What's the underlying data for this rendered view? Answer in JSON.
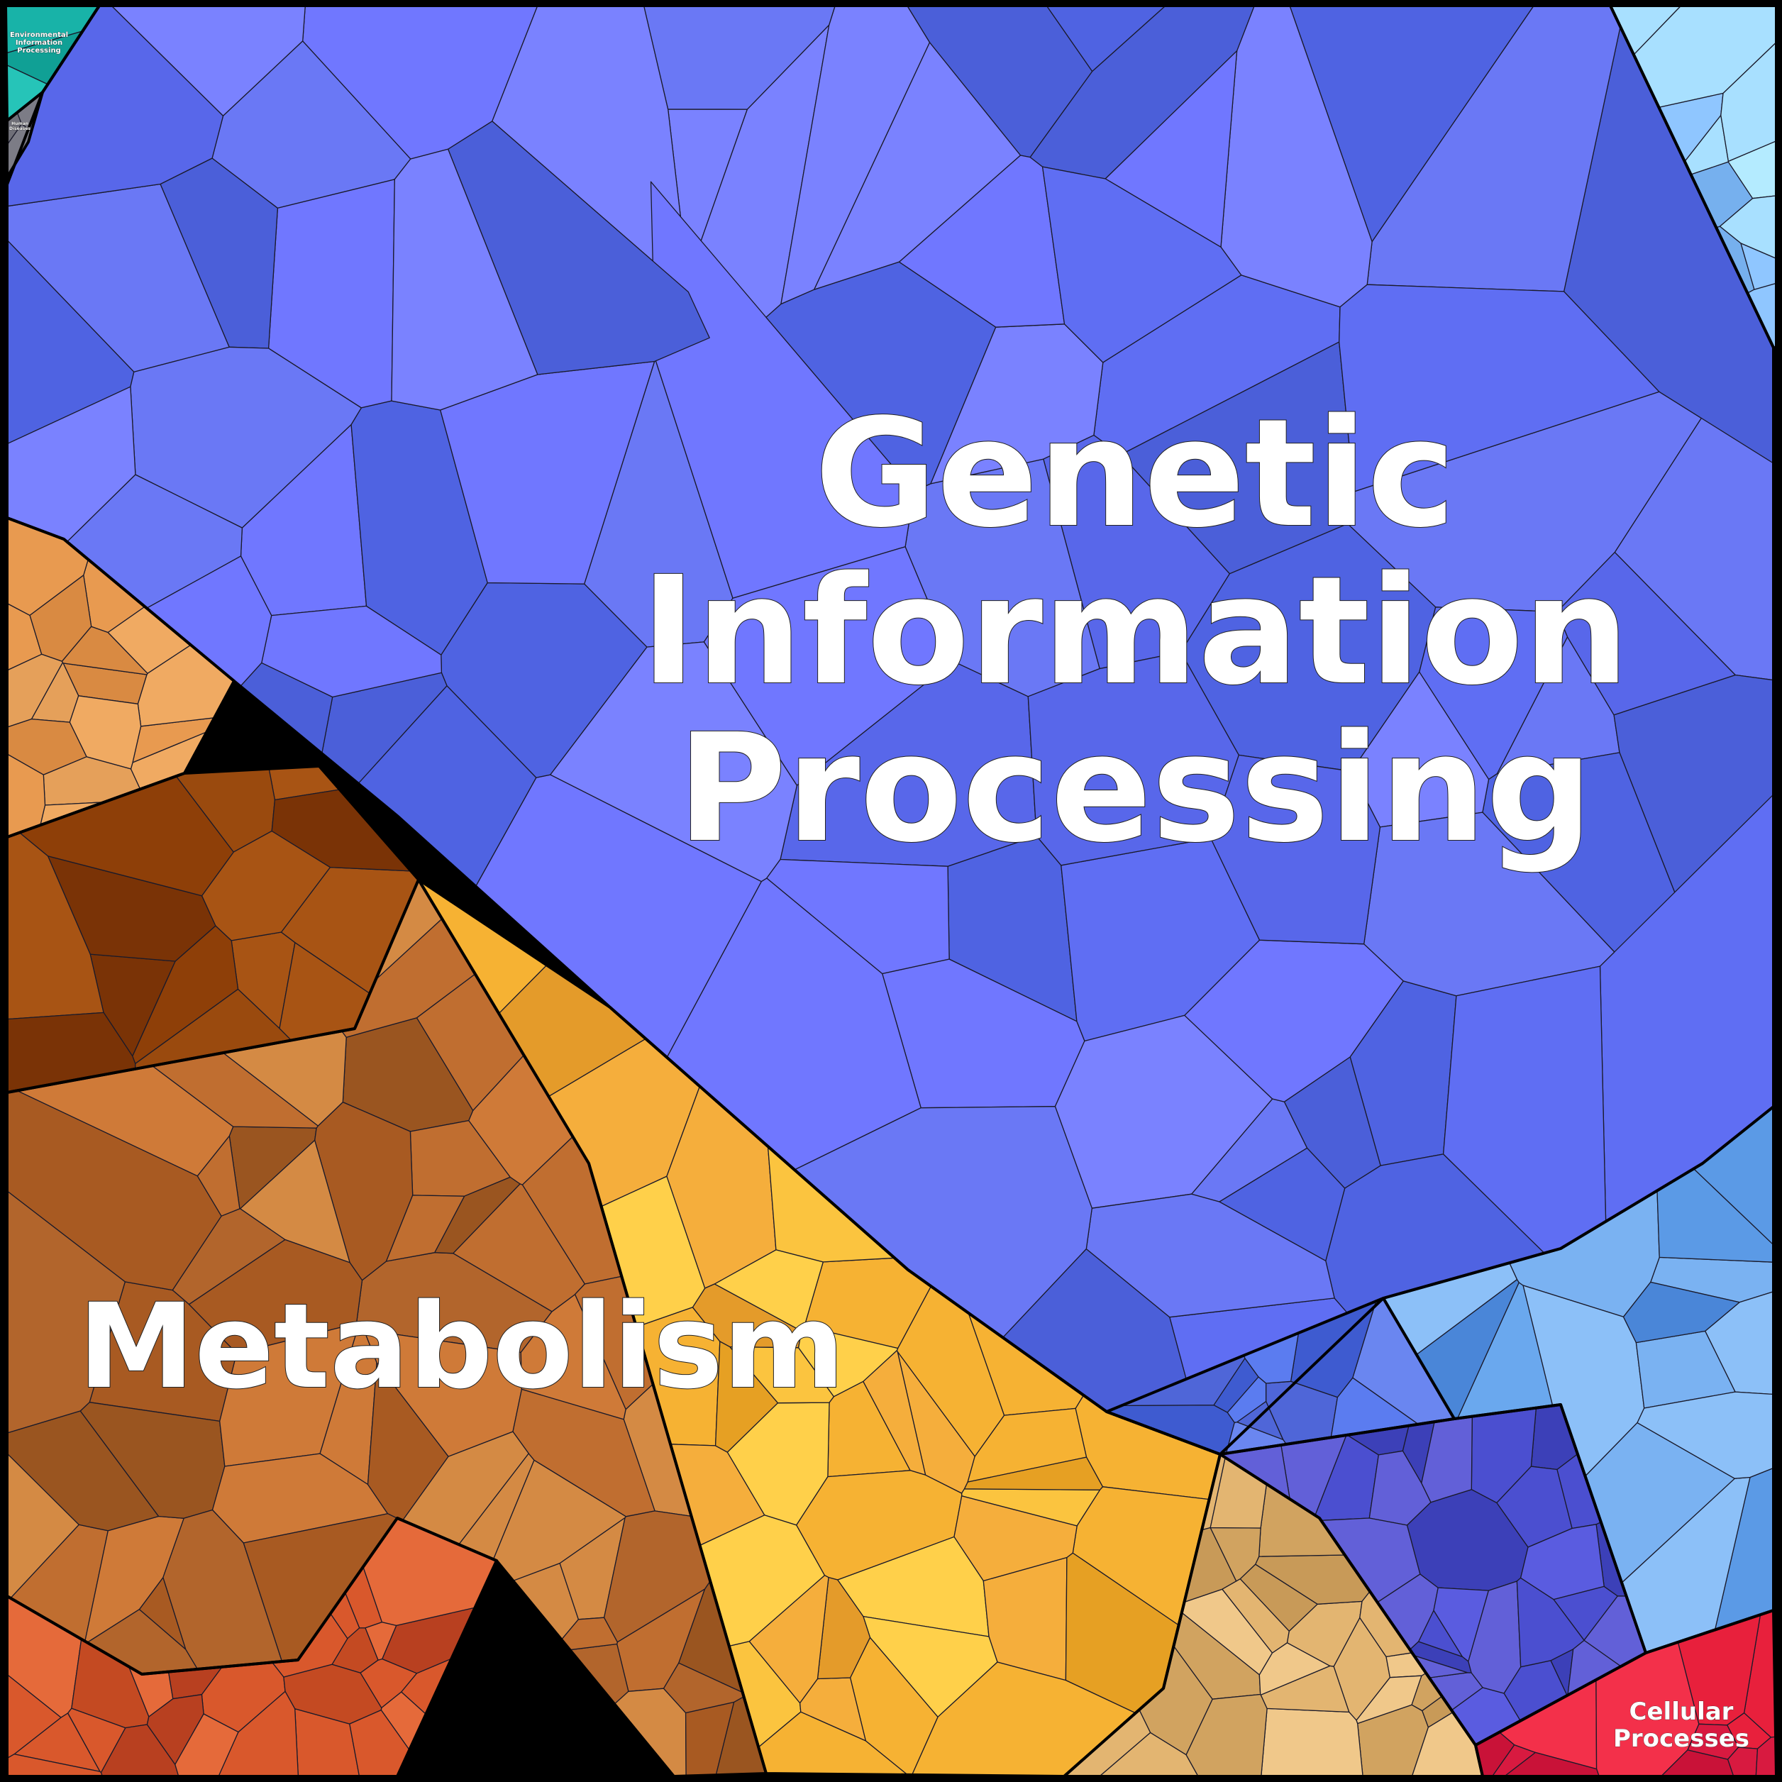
{
  "regions": [
    {
      "id": "genetic",
      "label_lines": [
        "Genetic",
        "Information",
        "Processing"
      ],
      "color": "#6371f2",
      "palette": [
        "#5f6ef3",
        "#6a78f5",
        "#7a82ff",
        "#4f63e2",
        "#5867ea",
        "#7077ff",
        "#4b5fd9"
      ]
    },
    {
      "id": "metabolism",
      "label_lines": [
        "Metabolism"
      ],
      "color": "#c06e30",
      "palette": [
        "#c06e30",
        "#a85a22",
        "#cf7a38",
        "#b2652c",
        "#9a5520",
        "#d48a44"
      ]
    },
    {
      "id": "metabolism-gold",
      "label_lines": [],
      "color": "#f2a93b",
      "palette": [
        "#f6b233",
        "#fbc43f",
        "#e6a023",
        "#f5ae3c",
        "#ffd04a",
        "#e49b2a"
      ]
    },
    {
      "id": "metabolism-dark",
      "label_lines": [],
      "color": "#8e3f08",
      "palette": [
        "#8e3f08",
        "#9a4a0e",
        "#7a3306",
        "#a85414"
      ]
    },
    {
      "id": "metabolism-tan",
      "label_lines": [],
      "color": "#e3b571",
      "palette": [
        "#e3b571",
        "#d1a360",
        "#f0c88a",
        "#c89a58"
      ]
    },
    {
      "id": "metabolism-peach",
      "label_lines": [],
      "color": "#e89a50",
      "palette": [
        "#e89a50",
        "#f0aa62",
        "#d98a42",
        "#e5a05a"
      ]
    },
    {
      "id": "metabolism-red",
      "label_lines": [],
      "color": "#d9582c",
      "palette": [
        "#d9582c",
        "#c44a22",
        "#e56a3a",
        "#b84020"
      ]
    },
    {
      "id": "cellular",
      "label_lines": [
        "Cellular",
        "Processes"
      ],
      "color": "#e8203c",
      "palette": [
        "#e8203c",
        "#f3304a",
        "#c91238",
        "#d81a40"
      ]
    },
    {
      "id": "light-blue",
      "label_lines": [],
      "color": "#6aa0ea",
      "palette": [
        "#5b9ae6",
        "#7ab2f2",
        "#4a86d8",
        "#8cc0f8",
        "#6aa8ee"
      ]
    },
    {
      "id": "sky",
      "label_lines": [],
      "color": "#8fc6ff",
      "palette": [
        "#8fc6ff",
        "#a8e0ff",
        "#76b0ee",
        "#b4ebff"
      ]
    },
    {
      "id": "blue-mid",
      "label_lines": [],
      "color": "#4f66d8",
      "palette": [
        "#4f66d8",
        "#5b7cf0",
        "#3e5bd0",
        "#6a86f0"
      ]
    },
    {
      "id": "indigo",
      "label_lines": [],
      "color": "#4b4fd0",
      "palette": [
        "#4b4fd0",
        "#5a5ce0",
        "#3c40b8",
        "#6260d8"
      ]
    },
    {
      "id": "environmental",
      "label_lines": [
        "Environmental",
        "Information",
        "Processing"
      ],
      "color": "#18b3a8",
      "palette": [
        "#18b3a8",
        "#10a095",
        "#26c4b8"
      ]
    },
    {
      "id": "human-diseases",
      "label_lines": [
        "Human",
        "Diseases"
      ],
      "color": "#6f6f78",
      "palette": [
        "#6f6f78",
        "#7c7c86"
      ]
    }
  ]
}
